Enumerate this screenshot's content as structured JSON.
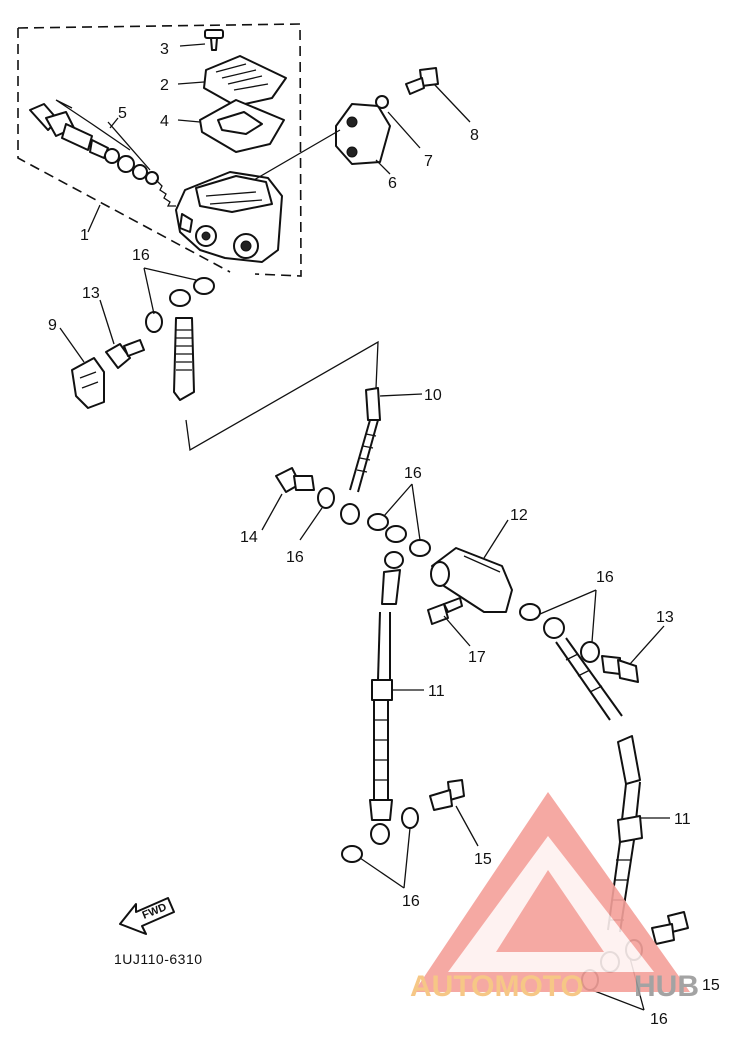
{
  "diagram": {
    "callouts": {
      "c1": "1",
      "c2": "2",
      "c3": "3",
      "c4": "4",
      "c5": "5",
      "c6": "6",
      "c7": "7",
      "c8": "8",
      "c9": "9",
      "c10": "10",
      "c11a": "11",
      "c11b": "11",
      "c12": "12",
      "c13a": "13",
      "c13b": "13",
      "c14": "14",
      "c15a": "15",
      "c15b": "15",
      "c16a": "16",
      "c16b": "16",
      "c16c": "16",
      "c16d": "16",
      "c16e": "16",
      "c16f": "16",
      "c17": "17"
    },
    "part_code": "1UJ110-6310",
    "fwd_label": "FWD"
  },
  "watermark": {
    "text_part1": "AUTOMOTO",
    "text_part2": "HUB",
    "colors": {
      "logo": "#f4a09a",
      "text1": "#f6c27a",
      "text2": "#9a9a9a"
    }
  }
}
